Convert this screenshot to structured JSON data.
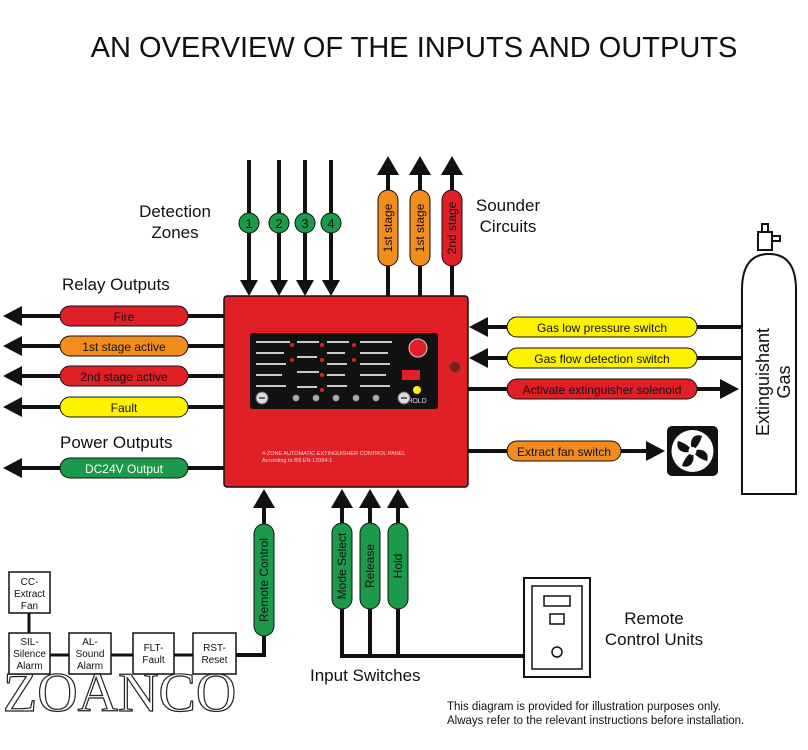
{
  "title": "AN OVERVIEW OF THE INPUTS AND OUTPUTS",
  "labels": {
    "detection_line1": "Detection",
    "detection_line2": "Zones",
    "sounder_line1": "Sounder",
    "sounder_line2": "Circuits",
    "relay_outputs": "Relay Outputs",
    "power_outputs": "Power Outputs",
    "extinguishant_line1": "Extinguishant",
    "extinguishant_line2": "Gas",
    "remote_units_line1": "Remote",
    "remote_units_line2": "Control Units",
    "input_switches": "Input Switches"
  },
  "zones": [
    "1",
    "2",
    "3",
    "4"
  ],
  "sounders": [
    {
      "label": "1st stage",
      "color": "#f28c1c"
    },
    {
      "label": "1st stage",
      "color": "#f28c1c"
    },
    {
      "label": "2nd stage",
      "color": "#e01f26"
    }
  ],
  "relay_outputs": [
    {
      "label": "Fire",
      "color": "#e01f26"
    },
    {
      "label": "1st stage active",
      "color": "#f28c1c"
    },
    {
      "label": "2nd stage active",
      "color": "#e01f26"
    },
    {
      "label": "Fault",
      "color": "#fff200"
    }
  ],
  "power_output": {
    "label": "DC24V Output",
    "color": "#1a9a4a"
  },
  "right_inputs": [
    {
      "label": "Gas low pressure switch",
      "color": "#fff200"
    },
    {
      "label": "Gas flow detection switch",
      "color": "#fff200"
    }
  ],
  "right_outputs": [
    {
      "label": "Activate extinguisher solenoid",
      "color": "#e01f26"
    },
    {
      "label": "Extract fan switch",
      "color": "#f28c1c"
    }
  ],
  "bottom_inputs": [
    {
      "label": "Mode Select",
      "color": "#1a9a4a"
    },
    {
      "label": "Release",
      "color": "#1a9a4a"
    },
    {
      "label": "Hold",
      "color": "#1a9a4a"
    }
  ],
  "remote_control": {
    "label": "Remote Control",
    "color": "#1a9a4a"
  },
  "panel": {
    "color": "#e01f26",
    "caption_line1": "4-ZONE AUTOMATIC EXTINGUISHER CONTROL PANEL",
    "caption_line2": "According to BS EN 12094-1",
    "hold_label": "HOLD"
  },
  "remote_modules": [
    {
      "line1": "CC-",
      "line2": "Extract",
      "line3": "Fan"
    },
    {
      "line1": "SIL-",
      "line2": "Silence",
      "line3": "Alarm"
    },
    {
      "line1": "AL-",
      "line2": "Sound",
      "line3": "Alarm"
    },
    {
      "line1": "FLT-",
      "line2": "Fault",
      "line3": ""
    },
    {
      "line1": "RST-",
      "line2": "Reset",
      "line3": ""
    }
  ],
  "watermark": "ZOANCO",
  "disclaimer_line1": "This diagram is provided for illustration purposes only.",
  "disclaimer_line2": "Always refer to the relevant instructions before installation."
}
